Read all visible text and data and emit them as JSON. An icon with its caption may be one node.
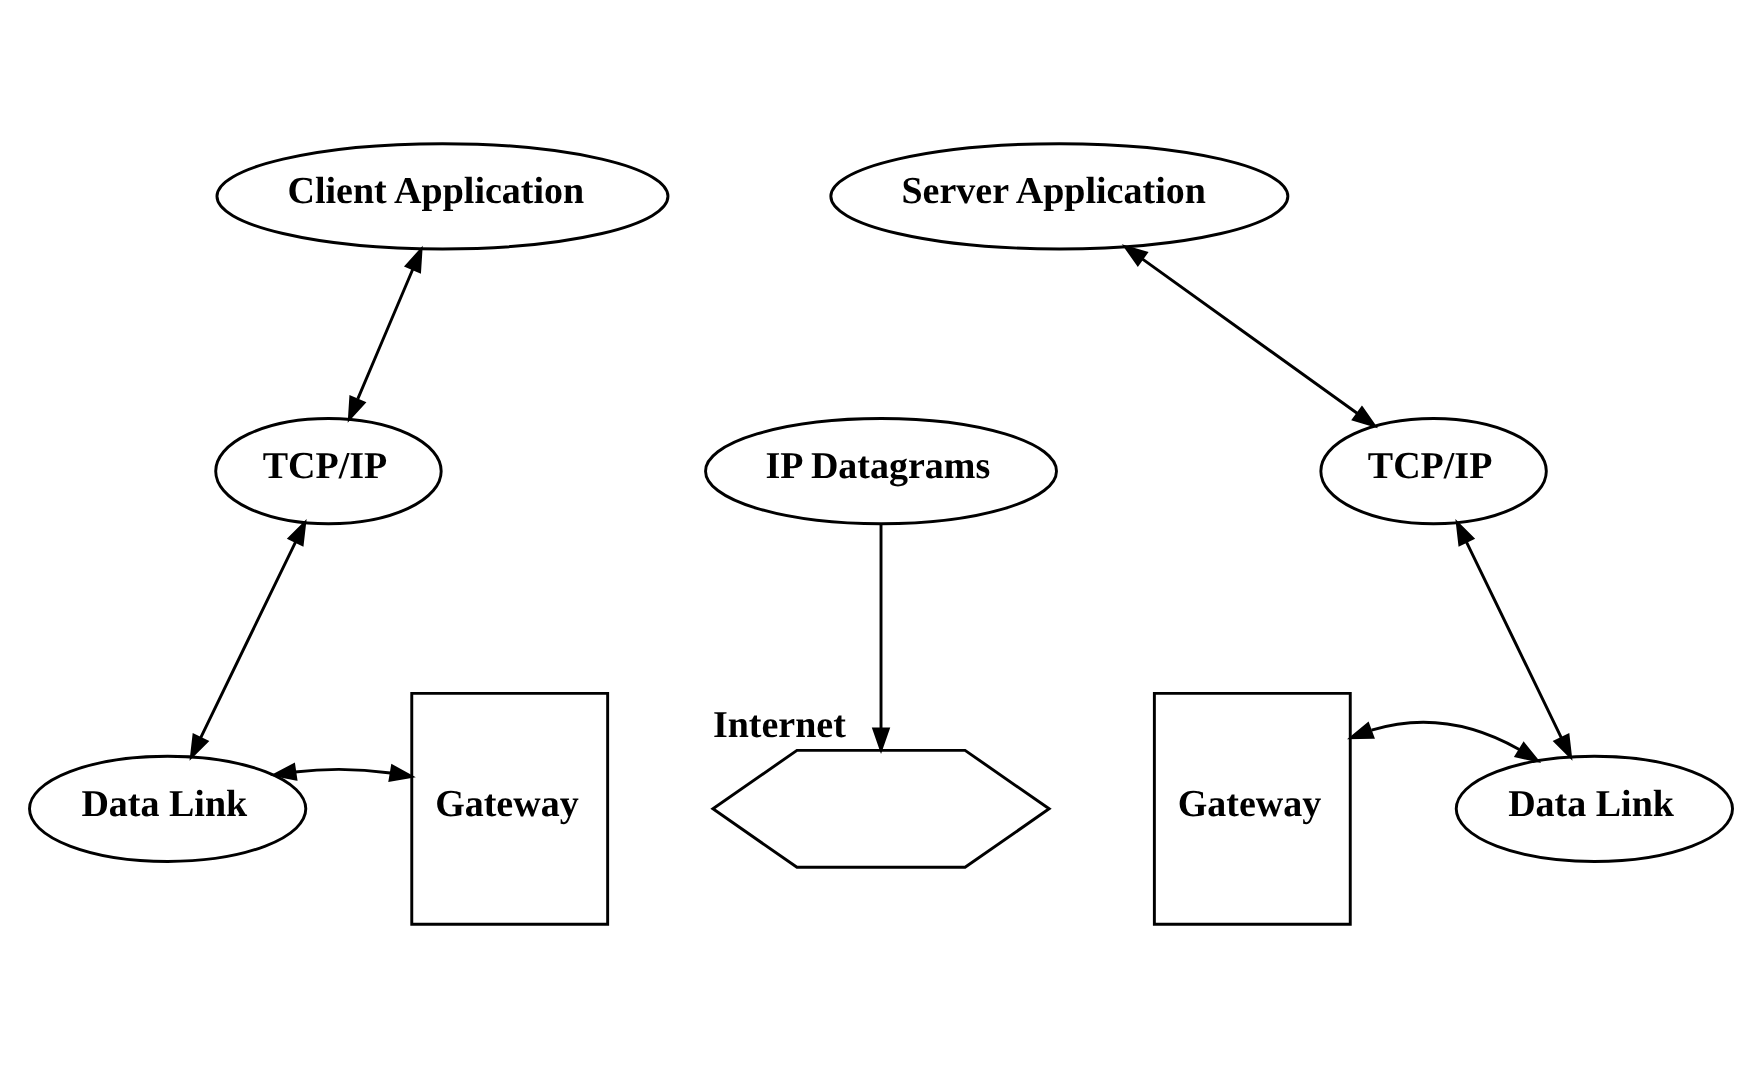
{
  "diagram": {
    "nodes": [
      {
        "text": [
          "Client Application"
        ]
      },
      {
        "text": [
          "TCP/IP"
        ]
      },
      {
        "text": [
          "Data Link"
        ]
      },
      {
        "text": [
          "Gateway"
        ]
      },
      {
        "text": [
          "IP Datagrams"
        ]
      },
      {
        "text": [],
        "shape": "arrow",
        "beside": [
          "Internet"
        ]
      },
      {
        "text": [
          "Gateway"
        ]
      },
      {
        "text": [
          "Server Application"
        ]
      },
      {
        "text": [
          "TCP/IP"
        ]
      },
      {
        "text": [
          "Data Link"
        ]
      }
    ],
    "edges": [
      {
        "from": 0,
        "to": 1,
        "arrow": "both"
      },
      {
        "from": 1,
        "to": 2,
        "arrow": "both"
      },
      {
        "from": 2,
        "to": 3,
        "arrow": "both"
      },
      {
        "from": 4,
        "to": 5,
        "arrow": "to"
      },
      {
        "from": 7,
        "to": 8,
        "arrow": "both"
      },
      {
        "from": 8,
        "to": 9,
        "arrow": "both"
      },
      {
        "from": 6,
        "to": 9,
        "arrow": "both"
      }
    ]
  }
}
